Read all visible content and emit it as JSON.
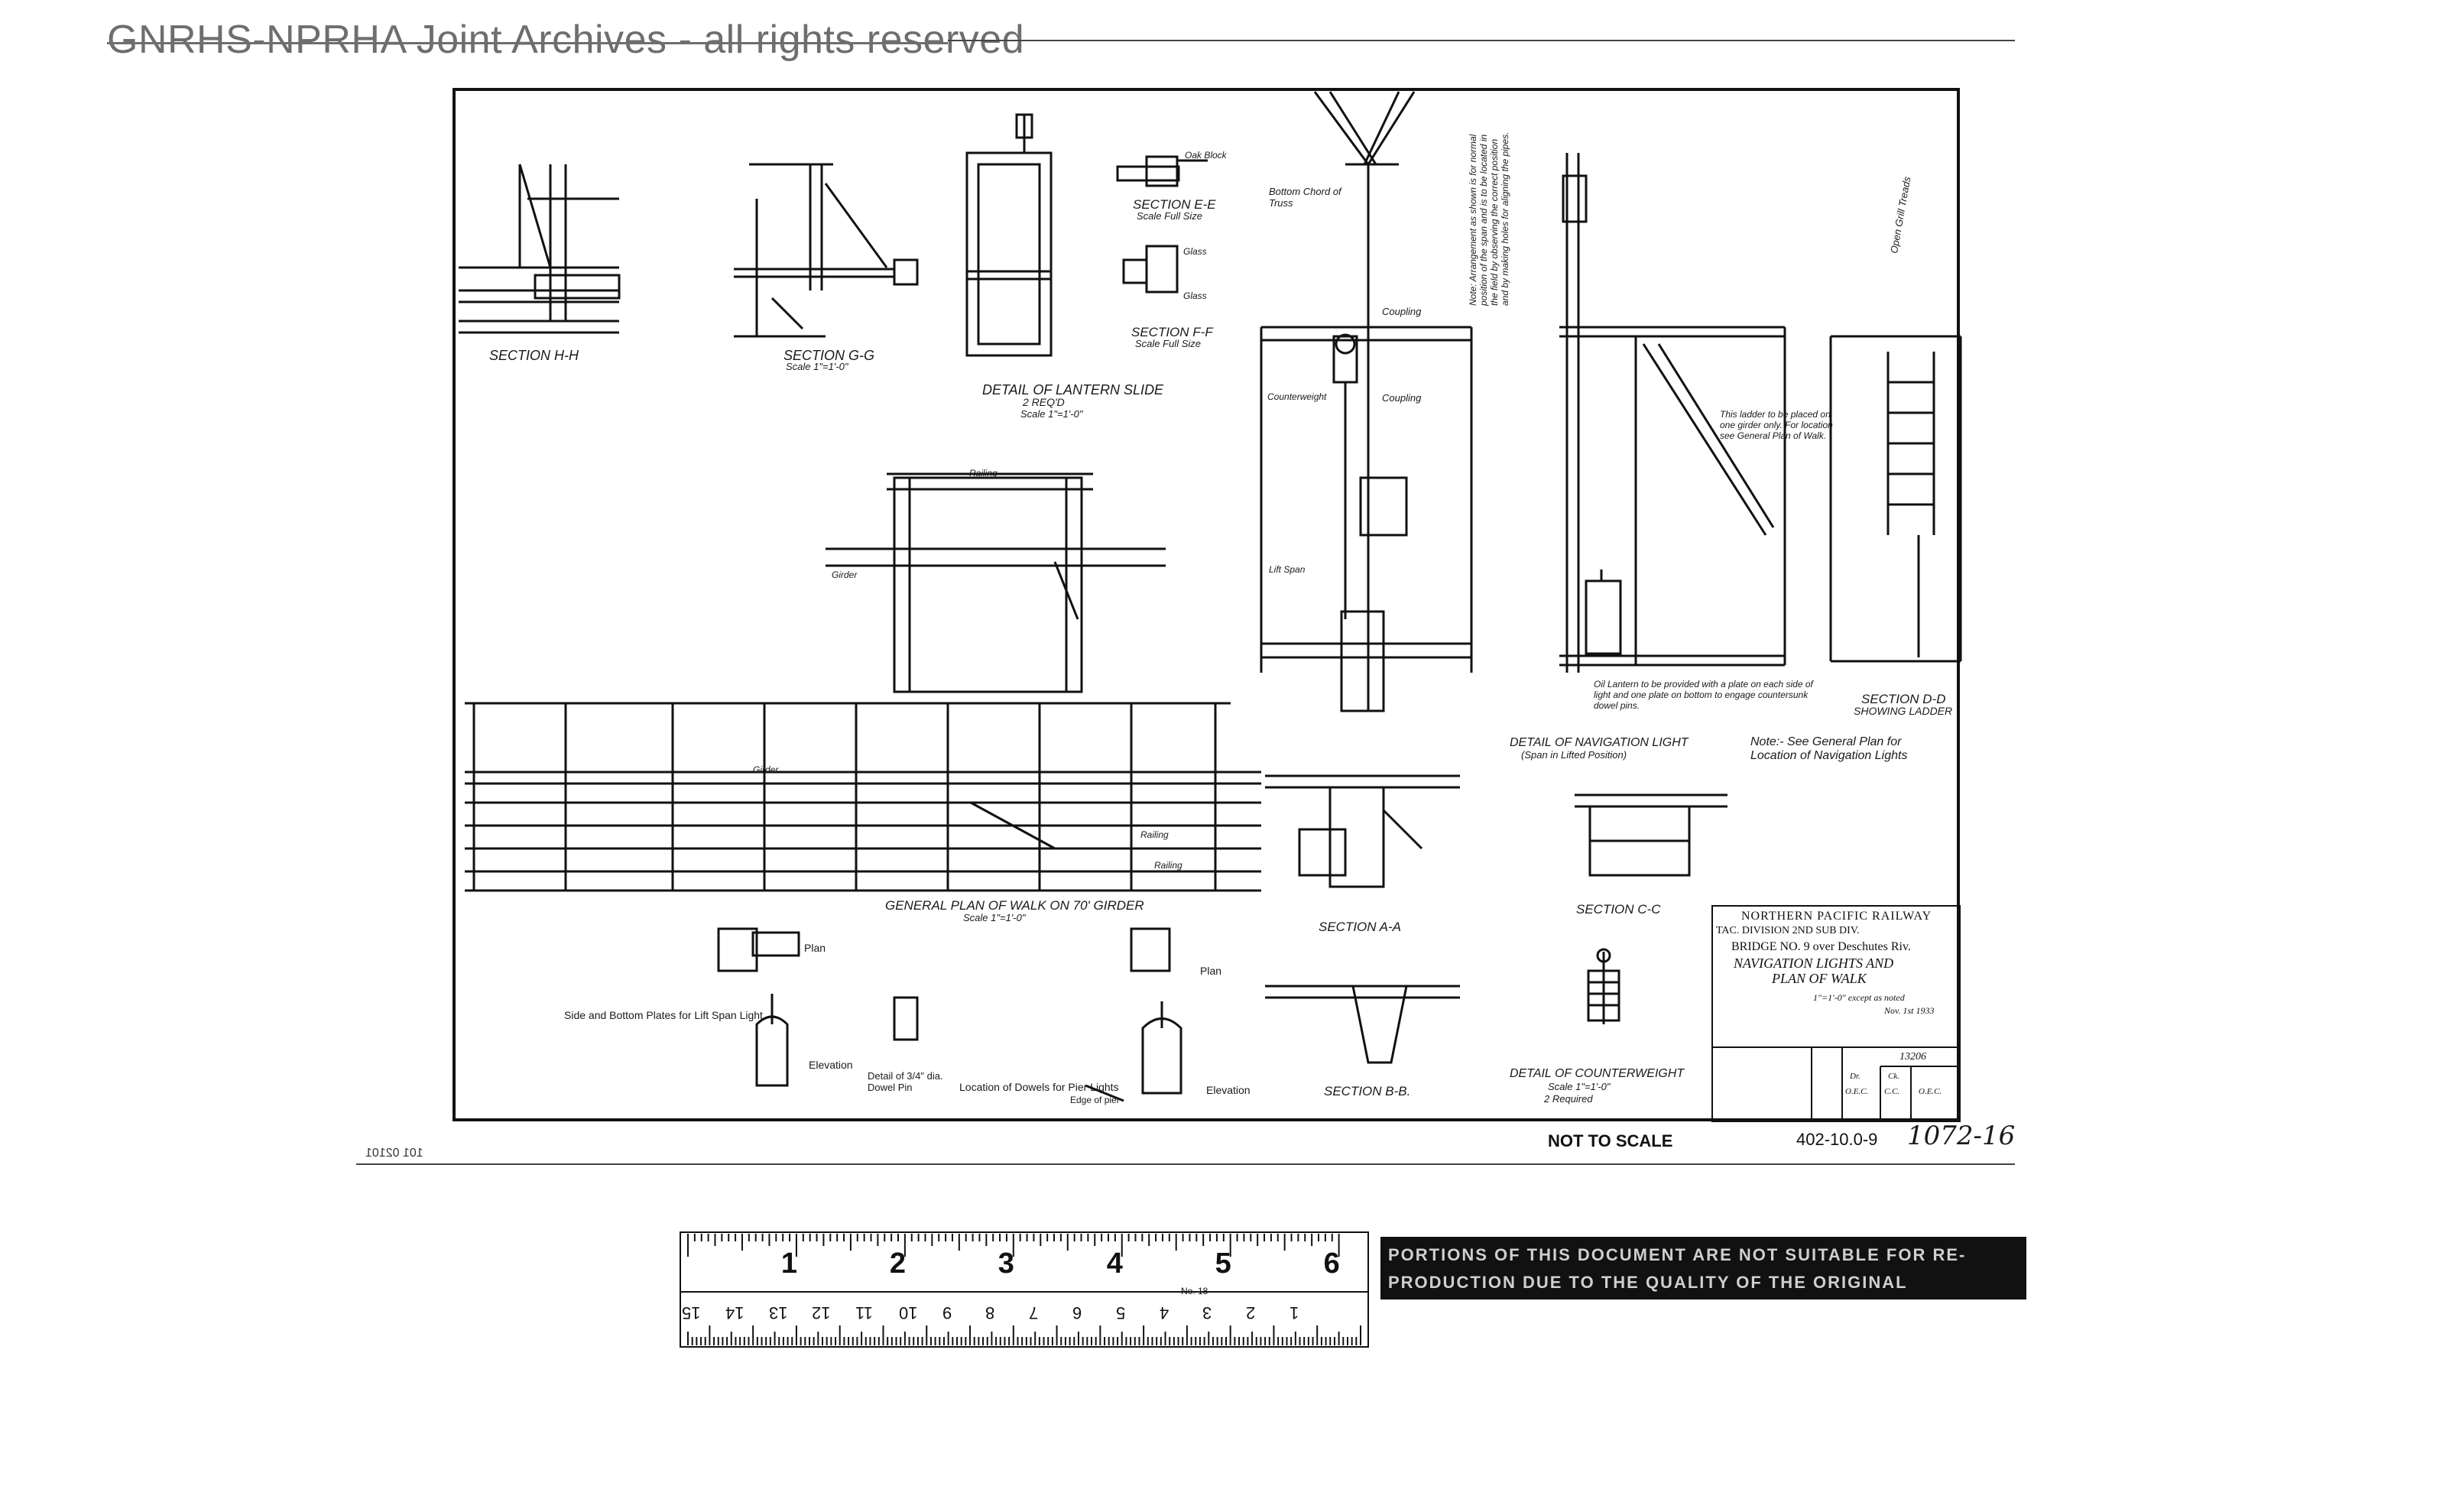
{
  "header": {
    "watermark": "GNRHS-NPRHA Joint Archives - all rights reserved"
  },
  "sections": {
    "section_hh": "SECTION H-H",
    "section_gg": "SECTION G-G",
    "section_gg_scale": "Scale 1\"=1'-0\"",
    "lantern_slide": "DETAIL OF LANTERN SLIDE",
    "lantern_slide_reqd": "2 REQ'D",
    "lantern_slide_scale": "Scale 1\"=1'-0\"",
    "section_ee": "SECTION E-E",
    "section_ee_scale": "Scale Full Size",
    "section_ff": "SECTION F-F",
    "section_ff_scale": "Scale Full Size",
    "section_dd": "SECTION D-D",
    "section_dd_sub": "SHOWING LADDER",
    "section_aa": "SECTION A-A",
    "section_bb": "SECTION B-B.",
    "section_cc": "SECTION C-C",
    "nav_light": "DETAIL OF NAVIGATION LIGHT",
    "nav_light_sub": "(Span in Lifted Position)",
    "general_plan": "GENERAL PLAN OF WALK ON 70' GIRDER",
    "general_plan_scale": "Scale 1\"=1'-0\"",
    "counterweight": "DETAIL OF COUNTERWEIGHT",
    "counterweight_scale": "Scale 1\"=1'-0\"",
    "counterweight_reqd": "2 Required",
    "note": "Note:- See General Plan for Location of Navigation Lights",
    "oil_lantern_note": "Oil Lantern to be provided with a plate on each side of light and one plate on bottom to engage countersunk dowel pins.",
    "ladder_note": "This ladder to be placed on one girder only. For location see General Plan of Walk.",
    "pipe_note": "Note: Arrangement as shown is for normal position of the span and is to be located in the field by observing the correct position and by making holes for aligning the pipes.",
    "side_bottom_plates": "Side and Bottom Plates for Lift Span Light",
    "dowel_pin_detail": "Detail of 3/4\" dia. Dowel Pin",
    "location_dowels": "Location of Dowels for Pier Lights",
    "edge_of_pier": "Edge of pier",
    "elevation_1": "Elevation",
    "elevation_2": "Elevation",
    "plan_1": "Plan",
    "plan_2": "Plan",
    "railing_1": "Railing",
    "railing_2": "Railing",
    "railing_3": "Railing",
    "girder_1": "Girder",
    "girder_2": "Girder",
    "lift_span": "Lift Span",
    "bottom_chord": "Bottom Chord of Truss",
    "coupling_1": "Coupling",
    "coupling_2": "Coupling",
    "counterweight_label": "Counterweight",
    "open_grill": "Open Grill Treads",
    "oak_block": "Oak Block",
    "glass_1": "Glass",
    "glass_2": "Glass"
  },
  "title_block": {
    "railway": "NORTHERN PACIFIC RAILWAY",
    "division": "TAC. DIVISION 2ND SUB DIV.",
    "bridge": "BRIDGE NO. 9 over Deschutes Riv.",
    "title_line1": "NAVIGATION LIGHTS AND",
    "title_line2": "PLAN OF WALK",
    "scale": "1\"=1'-0\" except as noted",
    "date": "Nov. 1st 1933",
    "drawing_no": "13206",
    "dr": "Dr.",
    "ck": "Ck.",
    "ck_by": "C.C.",
    "dr_by": "O.E.C.",
    "appr": "O.E.C."
  },
  "footer": {
    "not_to_scale": "NOT TO SCALE",
    "file_no": "402-10.0-9",
    "handwritten_no": "1072-16",
    "stamp": "101 02101"
  },
  "ruler": {
    "top_numbers": [
      "1",
      "2",
      "3",
      "4",
      "5",
      "6"
    ],
    "bottom_numbers": [
      "15",
      "14",
      "13",
      "12",
      "11",
      "10",
      "9",
      "8",
      "7",
      "6",
      "5",
      "4",
      "3",
      "2",
      "1"
    ],
    "label": "No. 18",
    "warning": "PORTIONS OF THIS DOCUMENT ARE NOT SUITABLE FOR RE-PRODUCTION DUE TO THE QUALITY OF THE ORIGINAL"
  },
  "colors": {
    "ink": "#111111",
    "watermark": "#6e6e6e",
    "paper": "#ffffff"
  }
}
